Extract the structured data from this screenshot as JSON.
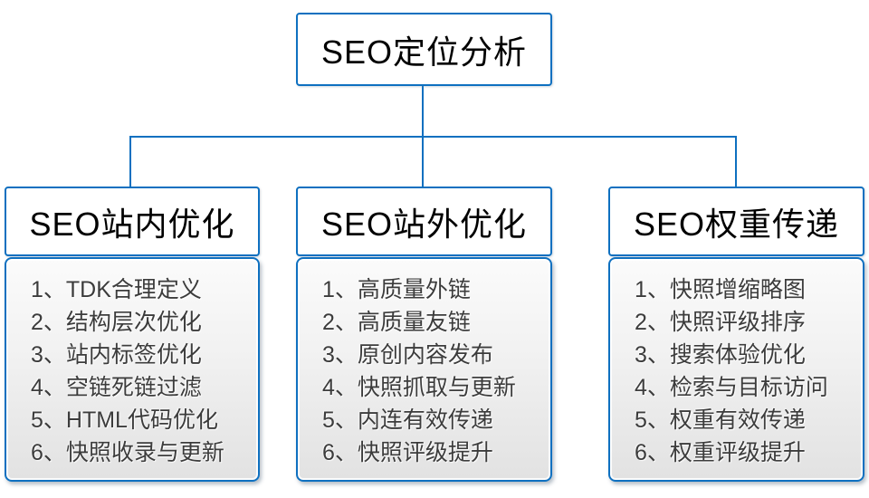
{
  "diagram": {
    "accent": "#0e70c0",
    "root": {
      "label": "SEO定位分析"
    },
    "branches": [
      {
        "label": "SEO站内优化",
        "items": [
          "1、TDK合理定义",
          "2、结构层次优化",
          "3、站内标签优化",
          "4、空链死链过滤",
          "5、HTML代码优化",
          "6、快照收录与更新"
        ]
      },
      {
        "label": "SEO站外优化",
        "items": [
          "1、高质量外链",
          "2、高质量友链",
          "3、原创内容发布",
          "4、快照抓取与更新",
          "5、内连有效传递",
          "6、快照评级提升"
        ]
      },
      {
        "label": "SEO权重传递",
        "items": [
          "1、快照增缩略图",
          "2、快照评级排序",
          "3、搜索体验优化",
          "4、检索与目标访问",
          "5、权重有效传递",
          "6、权重评级提升"
        ]
      }
    ]
  }
}
